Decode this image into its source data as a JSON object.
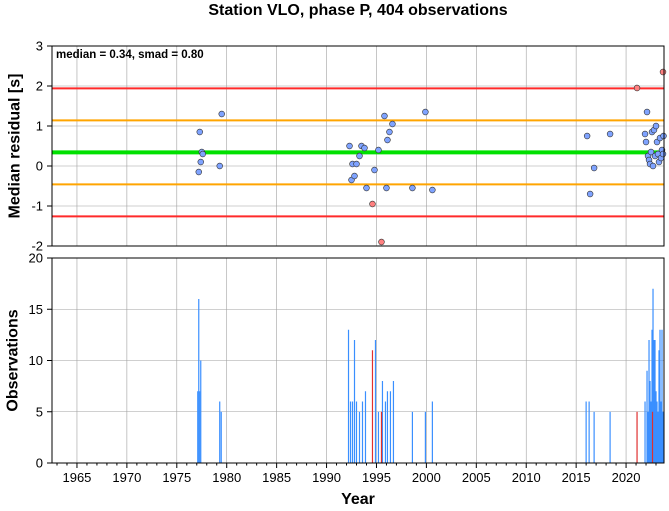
{
  "title": "Station VLO, phase P, 404 observations",
  "colors": {
    "median_line": "#00e000",
    "smad_line": "#ffa500",
    "limit_line": "#ff2a2a",
    "point_fill": "#7fa3ff",
    "outlier_fill": "#ff8080",
    "bar_normal": "#3a8fff",
    "bar_outlier": "#e03030",
    "grid": "#a0a0a0"
  },
  "chart_data": [
    {
      "type": "scatter",
      "name": "residuals",
      "ylabel": "Median residual [s]",
      "xlim": [
        1962.5,
        2023.8
      ],
      "ylim": [
        -2,
        3
      ],
      "yticks": [
        -2,
        -1,
        0,
        1,
        2,
        3
      ],
      "grid": true,
      "annotation": "median = 0.34, smad = 0.80",
      "hlines": [
        {
          "y": 0.34,
          "role": "median"
        },
        {
          "y": 1.14,
          "role": "smad"
        },
        {
          "y": -0.46,
          "role": "smad"
        },
        {
          "y": 1.94,
          "role": "limit"
        },
        {
          "y": -1.26,
          "role": "limit"
        }
      ],
      "points": [
        [
          1977.2,
          -0.15
        ],
        [
          1977.3,
          0.85
        ],
        [
          1977.4,
          0.1
        ],
        [
          1977.5,
          0.35
        ],
        [
          1977.6,
          0.3
        ],
        [
          1979.3,
          0.0
        ],
        [
          1979.5,
          1.3
        ],
        [
          1992.3,
          0.5
        ],
        [
          1992.5,
          -0.35
        ],
        [
          1992.6,
          0.05
        ],
        [
          1992.8,
          -0.25
        ],
        [
          1993.0,
          0.05
        ],
        [
          1993.3,
          0.25
        ],
        [
          1993.5,
          0.5
        ],
        [
          1993.8,
          0.45
        ],
        [
          1994.0,
          -0.55
        ],
        [
          1994.8,
          -0.1
        ],
        [
          1995.2,
          0.4
        ],
        [
          1995.8,
          1.25
        ],
        [
          1996.0,
          -0.55
        ],
        [
          1996.1,
          0.65
        ],
        [
          1996.3,
          0.85
        ],
        [
          1996.6,
          1.05
        ],
        [
          1998.6,
          -0.55
        ],
        [
          1999.9,
          1.35
        ],
        [
          2000.6,
          -0.6
        ],
        [
          2016.1,
          0.75
        ],
        [
          2016.4,
          -0.7
        ],
        [
          2016.8,
          -0.05
        ],
        [
          2018.4,
          0.8
        ],
        [
          2021.9,
          0.8
        ],
        [
          2022.0,
          0.6
        ],
        [
          2022.1,
          1.35
        ],
        [
          2022.2,
          0.25
        ],
        [
          2022.3,
          0.15
        ],
        [
          2022.4,
          0.05
        ],
        [
          2022.5,
          0.35
        ],
        [
          2022.6,
          0.85
        ],
        [
          2022.7,
          0.0
        ],
        [
          2022.8,
          0.9
        ],
        [
          2022.9,
          0.25
        ],
        [
          2023.0,
          1.0
        ],
        [
          2023.1,
          0.6
        ],
        [
          2023.2,
          0.3
        ],
        [
          2023.3,
          0.1
        ],
        [
          2023.4,
          0.7
        ],
        [
          2023.5,
          0.2
        ],
        [
          2023.6,
          0.4
        ],
        [
          2023.7,
          0.3
        ],
        [
          2023.75,
          0.75
        ]
      ],
      "outliers": [
        [
          1994.6,
          -0.95
        ],
        [
          1995.5,
          -1.9
        ],
        [
          2021.1,
          1.95
        ],
        [
          2023.7,
          2.35
        ]
      ]
    },
    {
      "type": "bar",
      "name": "observations",
      "xlabel": "Year",
      "ylabel": "Observations",
      "xlim": [
        1962.5,
        2023.8
      ],
      "ylim": [
        0,
        20
      ],
      "xticks": [
        1965,
        1970,
        1975,
        1980,
        1985,
        1990,
        1995,
        2000,
        2005,
        2010,
        2015,
        2020
      ],
      "yticks": [
        0,
        5,
        10,
        15,
        20
      ],
      "grid": true,
      "bars": [
        [
          1977.1,
          7
        ],
        [
          1977.2,
          16
        ],
        [
          1977.3,
          7
        ],
        [
          1977.4,
          10
        ],
        [
          1979.3,
          6
        ],
        [
          1979.45,
          5
        ],
        [
          1992.2,
          13
        ],
        [
          1992.4,
          6
        ],
        [
          1992.6,
          6
        ],
        [
          1992.8,
          12
        ],
        [
          1993.0,
          6
        ],
        [
          1993.3,
          5
        ],
        [
          1993.6,
          6
        ],
        [
          1993.9,
          7
        ],
        [
          1994.9,
          12
        ],
        [
          1995.2,
          5
        ],
        [
          1995.6,
          8
        ],
        [
          1995.9,
          6
        ],
        [
          1996.1,
          7
        ],
        [
          1996.4,
          7
        ],
        [
          1996.7,
          8
        ],
        [
          1998.6,
          5
        ],
        [
          1999.9,
          5
        ],
        [
          2000.6,
          6
        ],
        [
          2016.0,
          6
        ],
        [
          2016.3,
          6
        ],
        [
          2016.8,
          5
        ],
        [
          2018.4,
          5
        ],
        [
          2021.9,
          6
        ],
        [
          2022.1,
          9
        ],
        [
          2022.2,
          5
        ],
        [
          2022.3,
          12
        ],
        [
          2022.4,
          8
        ],
        [
          2022.5,
          6
        ],
        [
          2022.6,
          13
        ],
        [
          2022.7,
          17
        ],
        [
          2022.8,
          12
        ],
        [
          2022.9,
          12
        ],
        [
          2023.0,
          7
        ],
        [
          2023.1,
          6
        ],
        [
          2023.2,
          5
        ],
        [
          2023.3,
          11
        ],
        [
          2023.4,
          13
        ],
        [
          2023.5,
          6
        ],
        [
          2023.6,
          13
        ],
        [
          2023.7,
          5
        ]
      ],
      "outlier_bars": [
        [
          1994.6,
          11
        ],
        [
          1995.5,
          5
        ],
        [
          2021.1,
          5
        ],
        [
          2022.65,
          5
        ]
      ]
    }
  ]
}
